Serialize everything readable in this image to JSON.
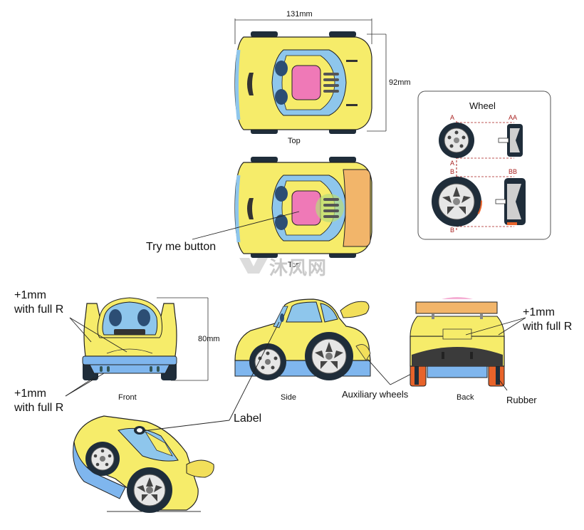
{
  "dimensions": {
    "top_width": "131mm",
    "top_height": "92mm",
    "front_height": "80mm"
  },
  "views": {
    "top1": "Top",
    "top2": "Top",
    "front": "Front",
    "side": "Side",
    "back": "Back"
  },
  "callouts": {
    "try_me": "Try me button",
    "front_upper_line1": "+1mm",
    "front_upper_line2": "with full R",
    "front_lower_line1": "+1mm",
    "front_lower_line2": "with full R",
    "back_upper_line1": "+1mm",
    "back_upper_line2": "with full R",
    "label": "Label",
    "auxiliary_wheels": "Auxiliary wheels",
    "rubber": "Rubber"
  },
  "wheel_box": {
    "title": "Wheel",
    "mark_a_top": "A",
    "mark_a_bottom": "A",
    "mark_aa": "AA",
    "mark_b_top": "B",
    "mark_b_bottom": "B",
    "mark_bb": "BB"
  },
  "watermark": "沐风网",
  "colors": {
    "body_yellow": "#f6ec6a",
    "glass_blue": "#8ec6ec",
    "button_pink": "#ef79b7",
    "chassis_blue": "#7fb6ee",
    "spoiler_orange": "#f2b56a",
    "rubber_orange": "#e8632a",
    "dark": "#1f2d3a",
    "section_red": "#a8201f"
  }
}
